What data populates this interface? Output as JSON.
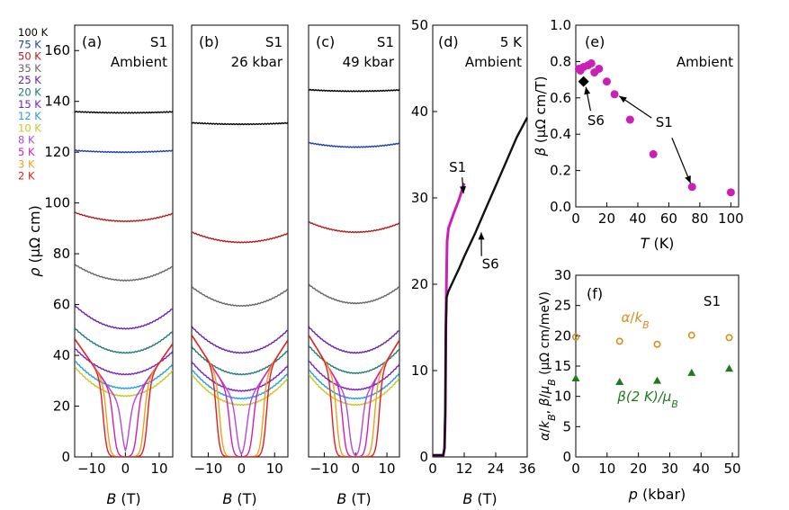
{
  "temp_legend": [
    {
      "label": "100 K",
      "color": "#000000"
    },
    {
      "label": "75 K",
      "color": "#1f3fa8"
    },
    {
      "label": "50 K",
      "color": "#b01c1c"
    },
    {
      "label": "35 K",
      "color": "#666666"
    },
    {
      "label": "25 K",
      "color": "#6a1fb0"
    },
    {
      "label": "20 K",
      "color": "#1f7a7a"
    },
    {
      "label": "15 K",
      "color": "#7a1fc8"
    },
    {
      "label": "12 K",
      "color": "#1fa0e0"
    },
    {
      "label": "10 K",
      "color": "#c8c81f"
    },
    {
      "label": "8 K",
      "color": "#b04ae0"
    },
    {
      "label": "5 K",
      "color": "#d01fb0"
    },
    {
      "label": "3 K",
      "color": "#f0a01f"
    },
    {
      "label": "2 K",
      "color": "#e01f1f"
    }
  ],
  "chart_data": [
    {
      "id": "a",
      "type": "line",
      "panel_label": "(a)",
      "sample": "S1",
      "condition": "Ambient",
      "xlabel": "B (T)",
      "ylabel": "ρ (μΩ cm)",
      "xlim": [
        -15,
        14
      ],
      "ylim": [
        0,
        170
      ],
      "xticks": [
        -10,
        0,
        10
      ],
      "yticks": [
        0,
        20,
        40,
        60,
        80,
        100,
        120,
        140,
        160
      ],
      "curves": [
        {
          "T": "100 K",
          "r0": 135.5,
          "c": 0.4,
          "a": 0,
          "Bc": 0
        },
        {
          "T": "75 K",
          "r0": 120.0,
          "c": 0.6,
          "a": 0,
          "Bc": 0
        },
        {
          "T": "50 K",
          "r0": 92.8,
          "c": 3.0,
          "a": 0,
          "Bc": 0
        },
        {
          "T": "35 K",
          "r0": 69.5,
          "c": 5.5,
          "a": 0,
          "Bc": 0
        },
        {
          "T": "25 K",
          "r0": 50.5,
          "c": 8.0,
          "a": 0,
          "Bc": 0
        },
        {
          "T": "20 K",
          "r0": 41.0,
          "c": 8.5,
          "a": 0,
          "Bc": 0
        },
        {
          "T": "15 K",
          "r0": 32.5,
          "c": 9.0,
          "a": 0,
          "Bc": 0
        },
        {
          "T": "12 K",
          "r0": 27.0,
          "c": 9.5,
          "a": 0,
          "Bc": 0
        },
        {
          "T": "10 K",
          "r0": 24.0,
          "c": 10.0,
          "a": 0,
          "Bc": 0
        },
        {
          "T": "8 K",
          "r0": 0,
          "c": 0,
          "a": 1.9,
          "Bc": 1.0
        },
        {
          "T": "5 K",
          "r0": 0,
          "c": 0,
          "a": 1.9,
          "Bc": 3.5
        },
        {
          "T": "3 K",
          "r0": 0,
          "c": 0,
          "a": 1.9,
          "Bc": 5.5
        },
        {
          "T": "2 K",
          "r0": 0,
          "c": 0,
          "a": 1.9,
          "Bc": 6.5
        }
      ]
    },
    {
      "id": "b",
      "type": "line",
      "panel_label": "(b)",
      "sample": "S1",
      "condition": "26 kbar",
      "xlabel": "B (T)",
      "ylabel": "",
      "xlim": [
        -15,
        14
      ],
      "ylim": [
        0,
        170
      ],
      "xticks": [
        -10,
        0,
        10
      ],
      "yticks": [],
      "curves": [
        {
          "T": "100 K",
          "r0": 131.0,
          "c": 0.5,
          "a": 0,
          "Bc": 0
        },
        {
          "T": "50 K",
          "r0": 84.5,
          "c": 3.5,
          "a": 0,
          "Bc": 0
        },
        {
          "T": "35 K",
          "r0": 59.5,
          "c": 6.5,
          "a": 0,
          "Bc": 0
        },
        {
          "T": "25 K",
          "r0": 41.0,
          "c": 9.0,
          "a": 0,
          "Bc": 0
        },
        {
          "T": "20 K",
          "r0": 32.5,
          "c": 9.5,
          "a": 0,
          "Bc": 0
        },
        {
          "T": "15 K",
          "r0": 26.0,
          "c": 10.0,
          "a": 0,
          "Bc": 0
        },
        {
          "T": "12 K",
          "r0": 23.0,
          "c": 10.0,
          "a": 0,
          "Bc": 0
        },
        {
          "T": "10 K",
          "r0": 20.5,
          "c": 10.5,
          "a": 0,
          "Bc": 0
        },
        {
          "T": "8 K",
          "r0": 0,
          "c": 0,
          "a": 2.0,
          "Bc": 1.5
        },
        {
          "T": "5 K",
          "r0": 0,
          "c": 0,
          "a": 2.0,
          "Bc": 3.5
        },
        {
          "T": "3 K",
          "r0": 0,
          "c": 0,
          "a": 2.0,
          "Bc": 6.5
        },
        {
          "T": "2 K",
          "r0": 0,
          "c": 0,
          "a": 2.0,
          "Bc": 7.5
        }
      ]
    },
    {
      "id": "c",
      "type": "line",
      "panel_label": "(c)",
      "sample": "S1",
      "condition": "49 kbar",
      "xlabel": "B (T)",
      "ylabel": "",
      "xlim": [
        -15,
        14
      ],
      "ylim": [
        0,
        170
      ],
      "xticks": [
        -10,
        0,
        10
      ],
      "yticks": [],
      "curves": [
        {
          "T": "100 K",
          "r0": 144.0,
          "c": 0.5,
          "a": 0,
          "Bc": 0
        },
        {
          "T": "75 K",
          "r0": 122.0,
          "c": 1.5,
          "a": 0,
          "Bc": 0
        },
        {
          "T": "50 K",
          "r0": 88.5,
          "c": 3.5,
          "a": 0,
          "Bc": 0
        },
        {
          "T": "35 K",
          "r0": 60.5,
          "c": 6.5,
          "a": 0,
          "Bc": 0
        },
        {
          "T": "25 K",
          "r0": 41.0,
          "c": 9.0,
          "a": 0,
          "Bc": 0
        },
        {
          "T": "20 K",
          "r0": 33.0,
          "c": 9.5,
          "a": 0,
          "Bc": 0
        },
        {
          "T": "15 K",
          "r0": 26.5,
          "c": 10.0,
          "a": 0,
          "Bc": 0
        },
        {
          "T": "12 K",
          "r0": 23.0,
          "c": 10.0,
          "a": 0,
          "Bc": 0
        },
        {
          "T": "10 K",
          "r0": 20.5,
          "c": 10.5,
          "a": 0,
          "Bc": 0
        },
        {
          "T": "8 K",
          "r0": 0,
          "c": 0,
          "a": 2.0,
          "Bc": 2.0
        },
        {
          "T": "5 K",
          "r0": 0,
          "c": 0,
          "a": 2.0,
          "Bc": 4.0
        },
        {
          "T": "3 K",
          "r0": 0,
          "c": 0,
          "a": 2.0,
          "Bc": 6.0
        },
        {
          "T": "2 K",
          "r0": 0,
          "c": 0,
          "a": 2.0,
          "Bc": 7.5
        }
      ]
    },
    {
      "id": "d",
      "type": "line",
      "panel_label": "(d)",
      "condition_line1": "5 K",
      "condition_line2": "Ambient",
      "xlabel": "B (T)",
      "ylabel": "",
      "xlim": [
        0,
        36
      ],
      "ylim": [
        0,
        50
      ],
      "xticks": [
        0,
        12,
        24,
        36
      ],
      "yticks": [
        0,
        10,
        20,
        30,
        40,
        50
      ],
      "series": [
        {
          "name": "S1",
          "color": "#cc1fb8",
          "points": [
            [
              0,
              0.2
            ],
            [
              4.0,
              0.2
            ],
            [
              4.5,
              1
            ],
            [
              4.8,
              5
            ],
            [
              5.0,
              15
            ],
            [
              5.2,
              20
            ],
            [
              5.5,
              25
            ],
            [
              6.0,
              26.5
            ],
            [
              8,
              28.2
            ],
            [
              10,
              29.8
            ],
            [
              12,
              31.7
            ]
          ]
        },
        {
          "name": "S6",
          "color": "#111111",
          "points": [
            [
              0,
              0.2
            ],
            [
              4.0,
              0.2
            ],
            [
              4.5,
              1
            ],
            [
              4.8,
              6
            ],
            [
              5.0,
              15
            ],
            [
              5.3,
              18.5
            ],
            [
              6,
              19.2
            ],
            [
              8,
              20.5
            ],
            [
              10,
              21.8
            ],
            [
              12,
              23.2
            ],
            [
              16,
              25.8
            ],
            [
              20,
              28.6
            ],
            [
              24,
              31.4
            ],
            [
              28,
              34.2
            ],
            [
              32,
              37.0
            ],
            [
              36,
              39.3
            ]
          ]
        }
      ],
      "annotations": [
        {
          "text": "S1",
          "at": [
            9.5,
            33
          ],
          "arrow_to": [
            11.7,
            30.5
          ]
        },
        {
          "text": "S6",
          "at": [
            22,
            21.8
          ],
          "arrow_to": [
            18.5,
            26
          ]
        }
      ]
    },
    {
      "id": "e",
      "type": "scatter",
      "panel_label": "(e)",
      "condition": "Ambient",
      "xlabel": "T (K)",
      "ylabel": "β (μΩ cm/T)",
      "xlim": [
        0,
        105
      ],
      "ylim": [
        0,
        1.0
      ],
      "xticks": [
        0,
        20,
        40,
        60,
        80,
        100
      ],
      "yticks": [
        0.0,
        0.2,
        0.4,
        0.6,
        0.8,
        1.0
      ],
      "series": [
        {
          "name": "S1",
          "color": "#cc1fb8",
          "marker": "circle",
          "x": [
            2,
            3,
            5,
            8,
            10,
            12,
            15,
            20,
            25,
            35,
            50,
            75,
            100
          ],
          "y": [
            0.76,
            0.75,
            0.77,
            0.78,
            0.79,
            0.74,
            0.76,
            0.69,
            0.62,
            0.48,
            0.29,
            0.11,
            0.08
          ]
        },
        {
          "name": "S6",
          "color": "#000000",
          "marker": "diamond",
          "x": [
            5
          ],
          "y": [
            0.69
          ]
        }
      ],
      "annotations": [
        {
          "text": "S6",
          "at": [
            13,
            0.45
          ],
          "arrow_to": [
            6.5,
            0.66
          ]
        },
        {
          "text": "S1",
          "at": [
            57,
            0.44
          ],
          "arrow_to": [
            28,
            0.61
          ]
        },
        {
          "text": "",
          "at": [
            62,
            0.38
          ],
          "arrow_to": [
            74,
            0.13
          ]
        }
      ]
    },
    {
      "id": "f",
      "type": "scatter",
      "panel_label": "(f)",
      "sample": "S1",
      "xlabel": "p (kbar)",
      "ylabel": "α/k_B, β/μ_B (μΩ cm/meV)",
      "xlim": [
        0,
        52
      ],
      "ylim": [
        0,
        30
      ],
      "xticks": [
        0,
        10,
        20,
        30,
        40,
        50
      ],
      "yticks": [
        0,
        5,
        10,
        15,
        20,
        25,
        30
      ],
      "series": [
        {
          "name": "α/k_B",
          "color": "#d4901f",
          "marker": "open-circle",
          "x": [
            0,
            14,
            26,
            37,
            49
          ],
          "y": [
            19.8,
            19.1,
            18.6,
            20.1,
            19.7
          ]
        },
        {
          "name": "β(2 K)/μ_B",
          "color": "#1f7a1f",
          "marker": "triangle",
          "x": [
            0,
            14,
            26,
            37,
            49
          ],
          "y": [
            13.0,
            12.4,
            12.6,
            13.9,
            14.6
          ]
        }
      ]
    }
  ]
}
